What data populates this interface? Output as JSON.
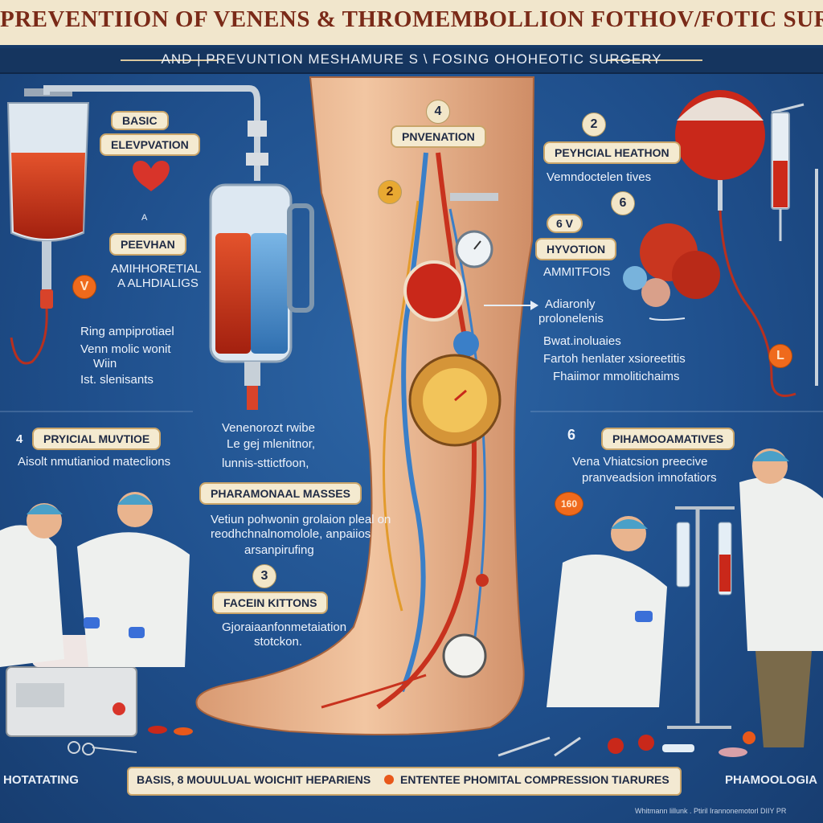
{
  "header": {
    "title": "PREVENTIION OF VENENS & THROMEMBOLLION FOTHOV/FOTIC SURGEER",
    "subtitle": "AND | PREVUNTION MESHAMURE S \\ FOSING OHOHEOTIC SURGERY"
  },
  "left_panel": {
    "basic_label_line1": "BASIC",
    "basic_label_line2": "ELEVPVATION",
    "small_marker": "A",
    "peevhan_label": "PEEVHAN",
    "peevhan_desc_line1": "AMIHHORETIAL",
    "peevhan_desc_line2": "A ALHDIALIGS",
    "v_badge": "V",
    "bullets": [
      "Ring ampiprotiael",
      "Venn molic wonit",
      "Wiin",
      "Ist. slenisants"
    ],
    "physical_number": "4",
    "physical_label": "PRYICIAL MUVTIOE",
    "physical_desc": "Aisolt nmutianiod mateclions",
    "corner_label": "HOTATATING"
  },
  "center_panel": {
    "badge_number": "4",
    "prevention_label": "PNVENATION",
    "gold_badge": "2",
    "small_bullets": [
      "Venenorozt rwibe",
      "Le gej mlenitnor,",
      "lunnis-sttictfoon,"
    ],
    "pharma_label": "PHARAMONAAL MASSES",
    "pharma_desc": [
      "Vetiun pohwonin grolaion pleal on",
      "reodhchnalnomolole, anpaiios",
      "arsanpirufing"
    ],
    "number_3": "3",
    "facein_label": "FACEIN KITTONS",
    "facein_desc": [
      "Gjoraiaanfonmetaiation",
      "stotckon."
    ]
  },
  "right_panel": {
    "number_2": "2",
    "heathon_label": "PEYHCIAL HEATHON",
    "heathon_desc": "Vemndoctelen tives",
    "number_6": "6",
    "dual_number": "6 V",
    "hyvotion_label": "HYVOTION",
    "hyvotion_desc": "AMMITFOIS",
    "arrow_line1": "Adiaronly",
    "arrow_line2": "prolonelenis",
    "bullets": [
      "Bwat.inoluaies",
      "Fartoh henlater xsioreetitis",
      "Fhaiimor mmolitichaims"
    ],
    "orange_badge_top": "L",
    "six_number": "6",
    "pharmo_label": "PIHAMOOAMATIVES",
    "pharmo_desc": [
      "Vena Vhiatcsion preecive",
      "pranveadsion imnofatiors"
    ],
    "orange_badge_160": "160",
    "corner_label": "PHAMOOLOGIA"
  },
  "bottom": {
    "left_text": "BASIS, 8 MOUULUAL WOICHIT HEPARIENS",
    "right_text": "ENTENTEE PHOMITAL COMPRESSION TIARURES",
    "footnote": "Whitmann lillunk . Ptiril Irannonemotorl DIIY PR"
  },
  "colors": {
    "background_blue": "#1f4f8c",
    "title_cream": "#f1e6cc",
    "title_red": "#7a2a18",
    "vein_blue": "#3a7fc8",
    "artery_red": "#c8321e",
    "accent_orange": "#ef6a1c",
    "skin": "#e9b48e"
  },
  "icons": [
    "heart-icon",
    "iv-bag-icon",
    "syringe-icon",
    "gauge-icon",
    "blood-cell-icon",
    "compression-pump-icon",
    "iv-stand-icon",
    "surgical-scissors-icon"
  ]
}
